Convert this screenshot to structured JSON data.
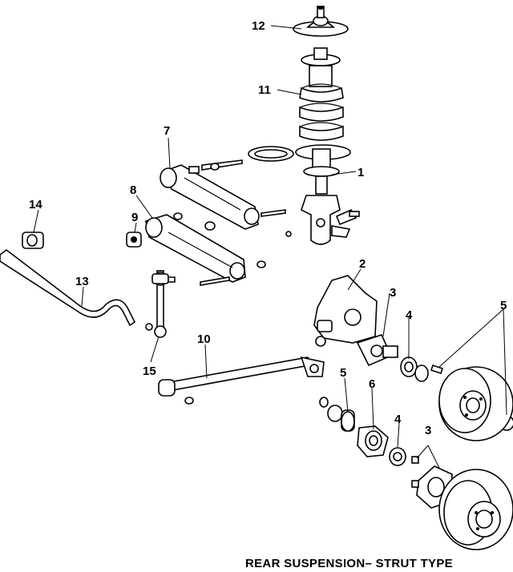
{
  "caption": "REAR SUSPENSION– STRUT TYPE",
  "callouts": {
    "c1": "1",
    "c2": "2",
    "c3a": "3",
    "c3b": "3",
    "c4a": "4",
    "c4b": "4",
    "c5a": "5",
    "c5b": "5",
    "c6": "6",
    "c7": "7",
    "c8": "8",
    "c9": "9",
    "c10": "10",
    "c11": "11",
    "c12": "12",
    "c13": "13",
    "c14": "14",
    "c15": "15"
  }
}
